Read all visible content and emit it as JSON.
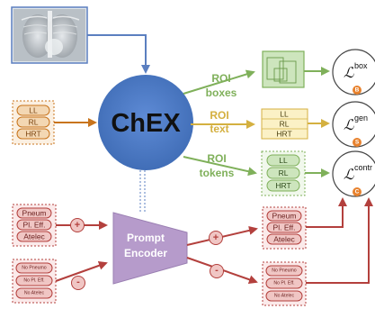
{
  "model": {
    "name": "ChEX"
  },
  "encoder": {
    "line1": "Prompt",
    "line2": "Encoder"
  },
  "region_prompts": [
    "LL",
    "RL",
    "HRT"
  ],
  "roi_outputs": {
    "boxes": {
      "line1": "ROI",
      "line2": "boxes"
    },
    "text": {
      "line1": "ROI",
      "line2": "text"
    },
    "tokens": {
      "line1": "ROI",
      "line2": "tokens"
    }
  },
  "roi_text_lines": [
    "LL",
    "RL",
    "HRT"
  ],
  "roi_token_labels": [
    "LL",
    "RL",
    "HRT"
  ],
  "positive_prompts": [
    "Pneum",
    "Pl. Eff.",
    "Atelec"
  ],
  "negative_prompts": [
    "No Pneumo",
    "No Pl. Eff.",
    "No Atelec"
  ],
  "signs": {
    "plus": "+",
    "minus": "-"
  },
  "losses": [
    {
      "sup": "box",
      "badge": "B"
    },
    {
      "sup": "gen",
      "badge": "S"
    },
    {
      "sup": "contr",
      "badge": "C"
    }
  ],
  "loss_symbol": "ℒ",
  "colors": {
    "blue": "#5B7FC0",
    "orange": "#C8741C",
    "green": "#7FB05A",
    "yellow": "#D4B040",
    "red": "#B3403D",
    "purple": "#B69BCB",
    "badge": "#E8822E"
  }
}
